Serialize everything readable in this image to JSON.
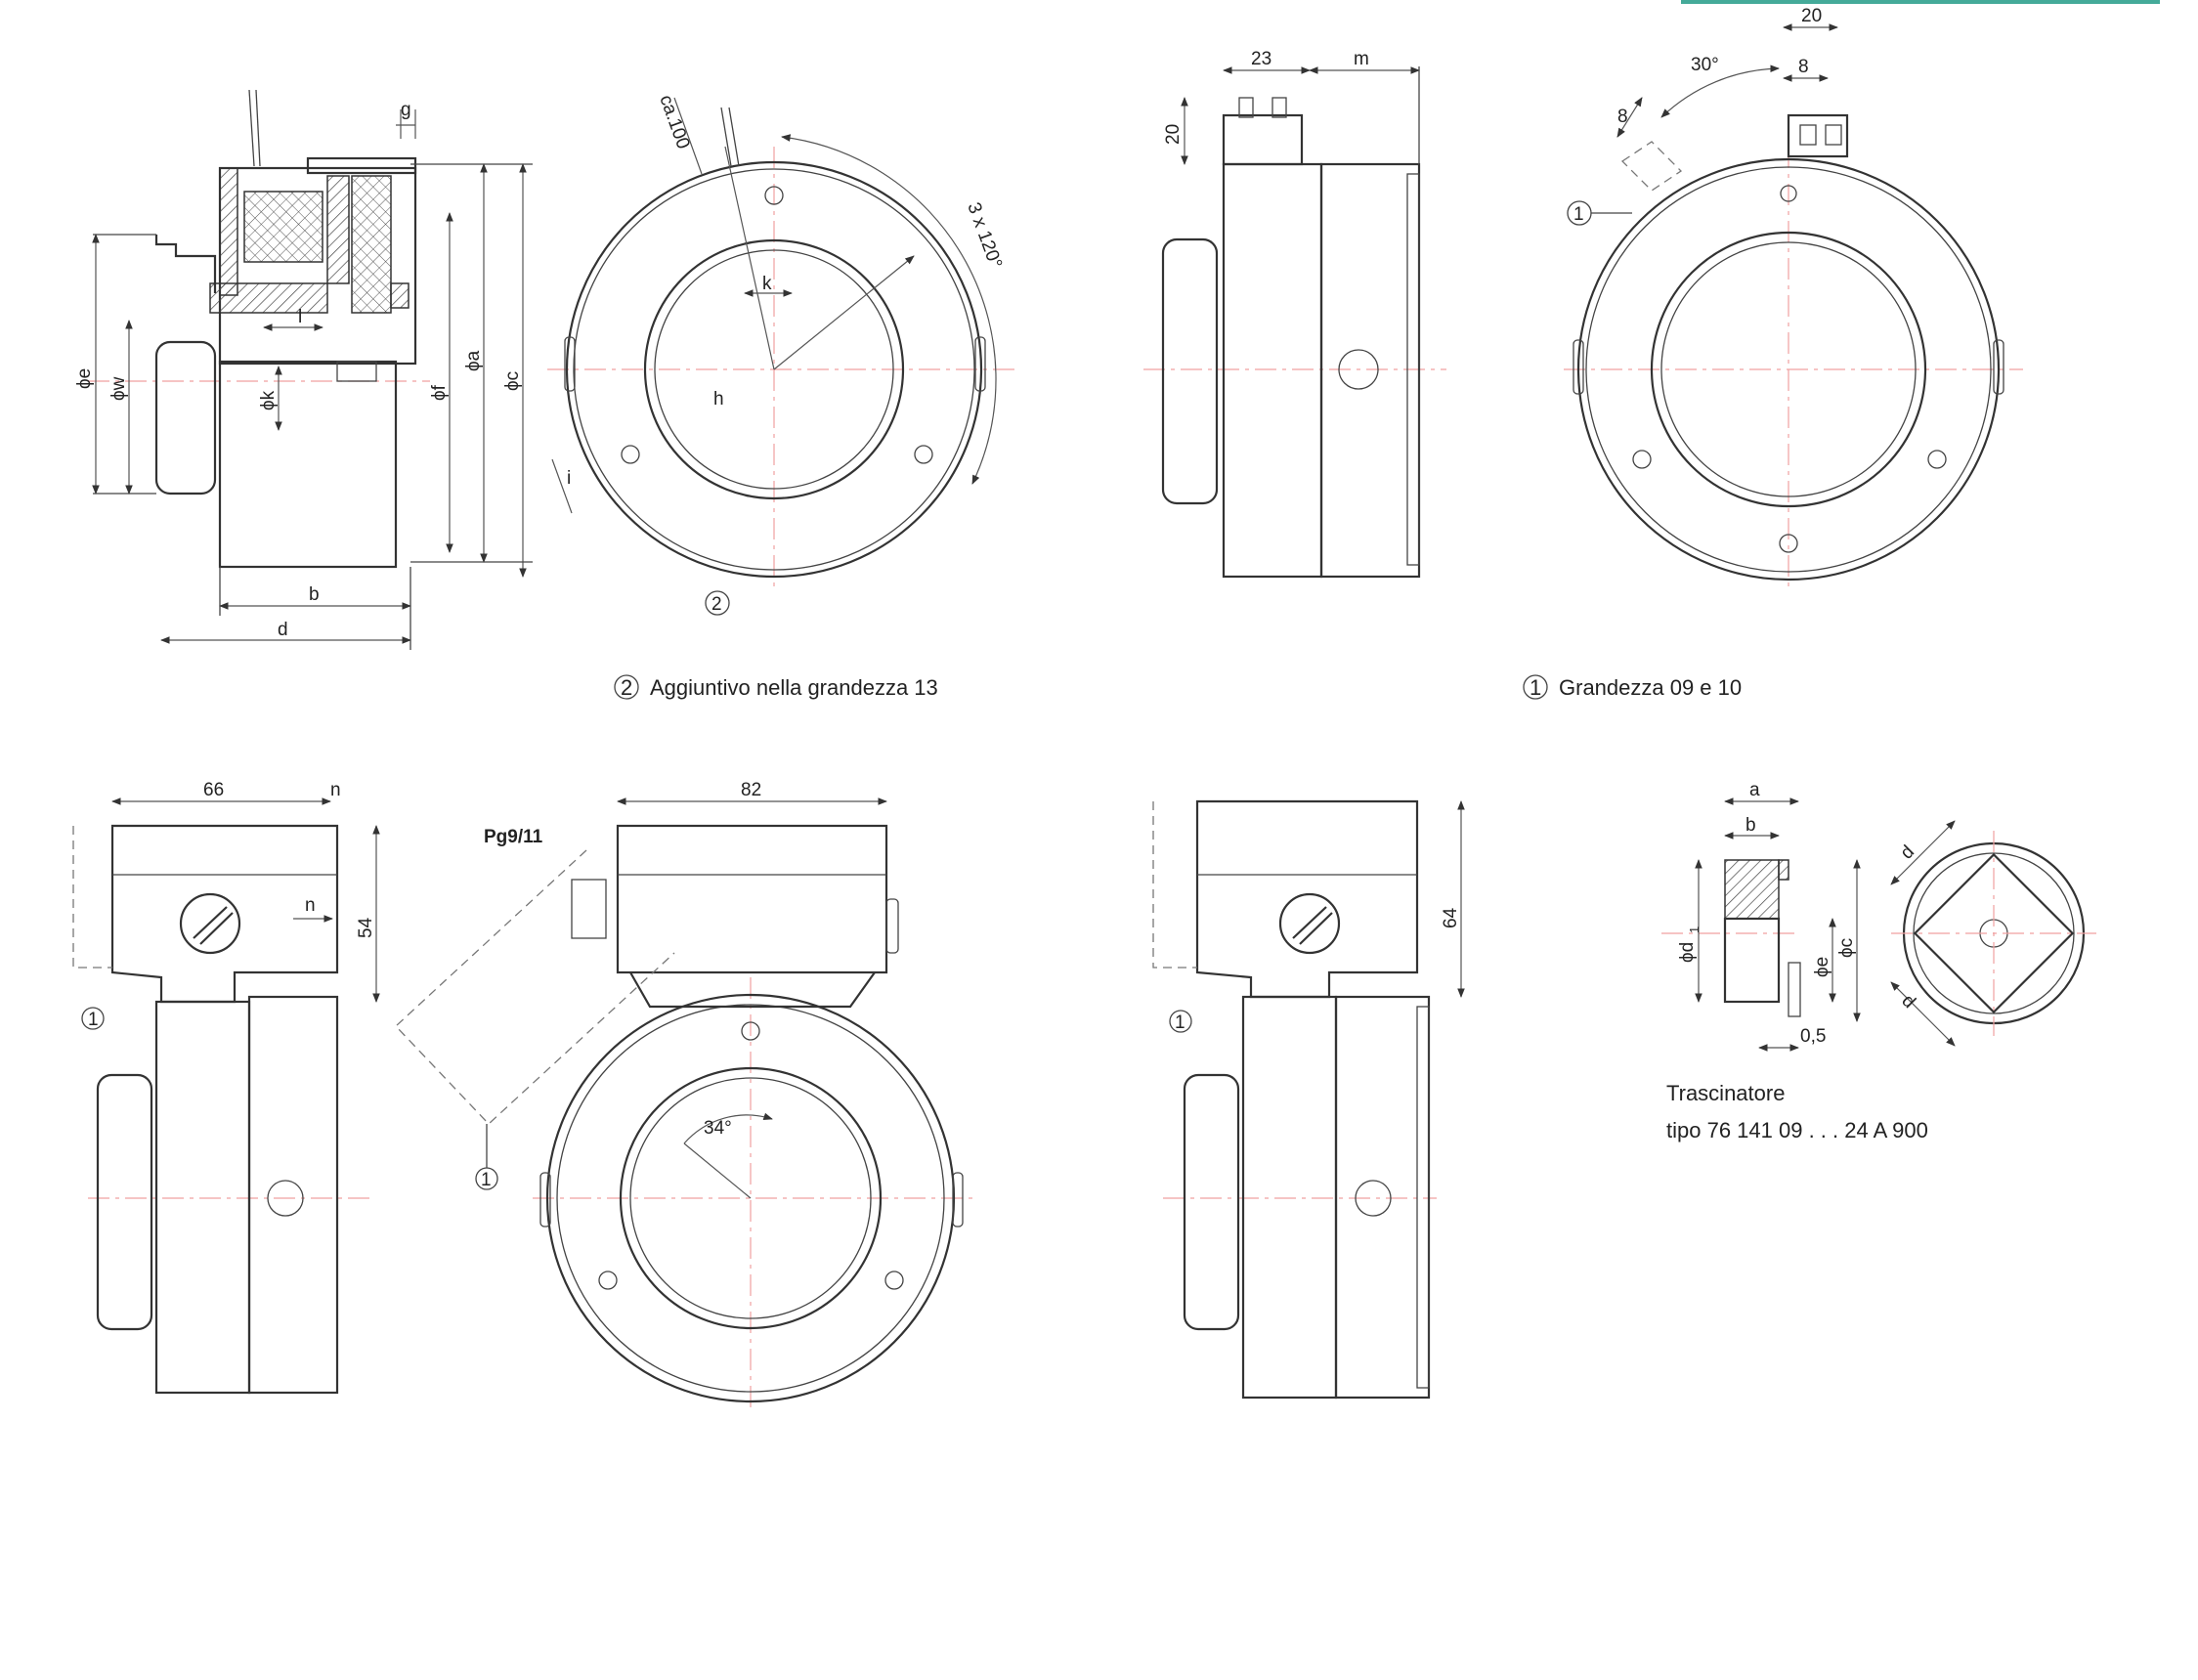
{
  "view1": {
    "labels": {
      "g": "g",
      "l": "l",
      "phi_e": "ϕe",
      "phi_w": "ϕw",
      "phi_k": "ϕk",
      "phi_f": "ϕf",
      "phi_a": "ϕa",
      "phi_c": "ϕc",
      "b": "b",
      "d": "d"
    }
  },
  "view2": {
    "labels": {
      "ca100": "ca.100",
      "angle": "3 x 120°",
      "h": "h",
      "i": "i",
      "k": "k",
      "note2": "2"
    }
  },
  "view3": {
    "labels": {
      "w23": "23",
      "m": "m",
      "h20": "20"
    }
  },
  "view4": {
    "labels": {
      "w20": "20",
      "angle30": "30°",
      "w8a": "8",
      "w8b": "8",
      "note1": "1"
    }
  },
  "captions": {
    "cap2_num": "2",
    "cap2_text": "Aggiuntivo nella grandezza 13",
    "cap1_num": "1",
    "cap1_text": "Grandezza 09 e 10"
  },
  "view5": {
    "labels": {
      "w66": "66",
      "n_top": "n",
      "n_mid": "n",
      "h54": "54",
      "note1": "1"
    }
  },
  "view6": {
    "labels": {
      "w82": "82",
      "pg": "Pg9/11",
      "angle34": "34°",
      "note1": "1"
    }
  },
  "view7": {
    "labels": {
      "h64": "64",
      "note1": "1"
    }
  },
  "view8": {
    "labels": {
      "a": "a",
      "b": "b",
      "d1": "ϕd",
      "d1_sub": "1",
      "phi_e": "ϕe",
      "phi_c": "ϕc",
      "w05": "0,5",
      "d_top": "d",
      "d_bot": "d"
    },
    "title": "Trascinatore",
    "subtitle": "tipo 76 141 09 . . . 24 A 900"
  }
}
